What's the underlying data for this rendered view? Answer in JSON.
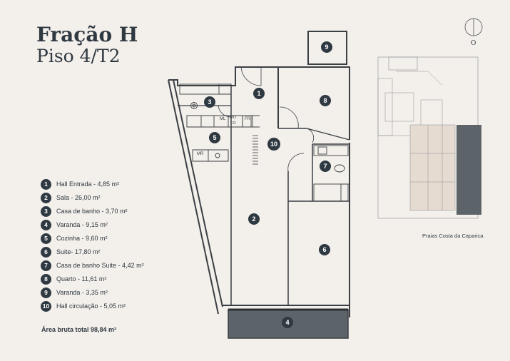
{
  "header": {
    "title": "Fração H",
    "subtitle": "Piso 4/T2"
  },
  "compass": {
    "label": "O"
  },
  "rooms": [
    {
      "number": "1",
      "label": "Hall Entrada - 4,85 m²"
    },
    {
      "number": "2",
      "label": "Sala - 26,00 m²"
    },
    {
      "number": "3",
      "label": "Casa de banho - 3,70 m²"
    },
    {
      "number": "4",
      "label": "Varanda - 9,15 m²"
    },
    {
      "number": "5",
      "label": "Cozinha - 9,60 m²"
    },
    {
      "number": "6",
      "label": "Suite- 17,80 m²"
    },
    {
      "number": "7",
      "label": "Casa de banho Suite - 4,42 m²"
    },
    {
      "number": "8",
      "label": "Quarto - 11,61 m²"
    },
    {
      "number": "9",
      "label": "Varanda - 3,35 m²"
    },
    {
      "number": "10",
      "label": "Hall circulação -  5,05 m²"
    }
  ],
  "total": {
    "label": "Área bruta total",
    "value": "98,84 m²"
  },
  "plan_labels": {
    "kitchen_ml": "ML",
    "kitchen_fr": "FR",
    "kitchen_mo": "MO",
    "kitchen_fo": "FO",
    "kitchen_mr": "MR"
  },
  "site_caption": "Praias Costa da Caparica",
  "colors": {
    "background": "#f3efea",
    "ink": "#2f3942",
    "balcony": "#5d6469"
  }
}
